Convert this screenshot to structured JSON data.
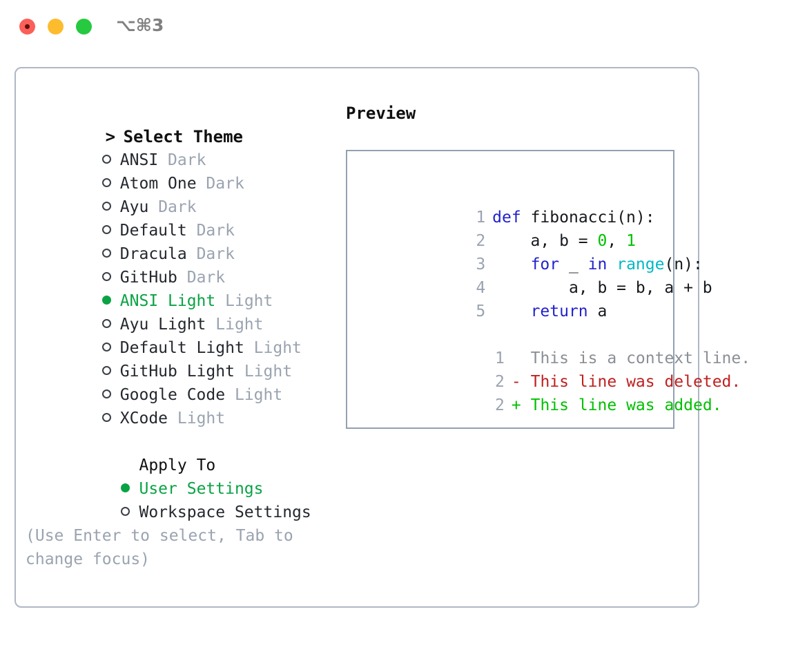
{
  "window": {
    "shortcut": "⌥⌘3",
    "traffic_lights": [
      {
        "name": "close",
        "color": "#fb5f58"
      },
      {
        "name": "minimize",
        "color": "#fdbc2e"
      },
      {
        "name": "zoom",
        "color": "#26c93f"
      }
    ]
  },
  "theme_list": {
    "header_marker": ">",
    "header": "Select Theme",
    "items": [
      {
        "marker": "○",
        "selected": false,
        "name": "ANSI",
        "variant": "Dark"
      },
      {
        "marker": "○",
        "selected": false,
        "name": "Atom One",
        "variant": "Dark"
      },
      {
        "marker": "○",
        "selected": false,
        "name": "Ayu",
        "variant": "Dark"
      },
      {
        "marker": "○",
        "selected": false,
        "name": "Default",
        "variant": "Dark"
      },
      {
        "marker": "○",
        "selected": false,
        "name": "Dracula",
        "variant": "Dark"
      },
      {
        "marker": "○",
        "selected": false,
        "name": "GitHub",
        "variant": "Dark"
      },
      {
        "marker": "●",
        "selected": true,
        "name": "ANSI Light",
        "variant": "Light"
      },
      {
        "marker": "○",
        "selected": false,
        "name": "Ayu Light",
        "variant": "Light"
      },
      {
        "marker": "○",
        "selected": false,
        "name": "Default Light",
        "variant": "Light"
      },
      {
        "marker": "○",
        "selected": false,
        "name": "GitHub Light",
        "variant": "Light"
      },
      {
        "marker": "○",
        "selected": false,
        "name": "Google Code",
        "variant": "Light"
      },
      {
        "marker": "○",
        "selected": false,
        "name": "XCode",
        "variant": "Light"
      }
    ]
  },
  "apply_to": {
    "header": "Apply To",
    "options": [
      {
        "marker": "●",
        "selected": true,
        "label": "User Settings"
      },
      {
        "marker": "○",
        "selected": false,
        "label": "Workspace Settings"
      }
    ]
  },
  "hint": "(Use Enter to select, Tab to change focus)",
  "preview": {
    "title": "Preview",
    "code_lines": [
      {
        "no": "1",
        "tokens": [
          {
            "t": "def",
            "c": "kw"
          },
          {
            "t": " ",
            "c": "plain"
          },
          {
            "t": "fibonacci(n):",
            "c": "id"
          }
        ]
      },
      {
        "no": "2",
        "tokens": [
          {
            "t": "    a, b = ",
            "c": "id"
          },
          {
            "t": "0",
            "c": "num"
          },
          {
            "t": ", ",
            "c": "id"
          },
          {
            "t": "1",
            "c": "num"
          }
        ]
      },
      {
        "no": "3",
        "tokens": [
          {
            "t": "    ",
            "c": "plain"
          },
          {
            "t": "for",
            "c": "kw"
          },
          {
            "t": " _ ",
            "c": "id"
          },
          {
            "t": "in",
            "c": "kw"
          },
          {
            "t": " ",
            "c": "plain"
          },
          {
            "t": "range",
            "c": "fn"
          },
          {
            "t": "(n):",
            "c": "id"
          }
        ]
      },
      {
        "no": "4",
        "tokens": [
          {
            "t": "        a, b = b, a + b",
            "c": "id"
          }
        ]
      },
      {
        "no": "5",
        "tokens": [
          {
            "t": "    ",
            "c": "plain"
          },
          {
            "t": "return",
            "c": "kw"
          },
          {
            "t": " a",
            "c": "id"
          }
        ]
      }
    ],
    "diff_lines": [
      {
        "no": "1",
        "sign": " ",
        "text": "This is a context line.",
        "kind": "ctx"
      },
      {
        "no": "2",
        "sign": "-",
        "text": "This line was deleted.",
        "kind": "del"
      },
      {
        "no": "2",
        "sign": "+",
        "text": "This line was added.",
        "kind": "add"
      }
    ]
  },
  "colors": {
    "accent_green": "#0aa344",
    "muted": "#9aa3b0",
    "keyword_blue": "#2222cc",
    "function_cyan": "#00b8c4",
    "number_green": "#00c000",
    "diff_del_red": "#c02020",
    "diff_add_green": "#00c000",
    "border": "#aeb7c4"
  }
}
